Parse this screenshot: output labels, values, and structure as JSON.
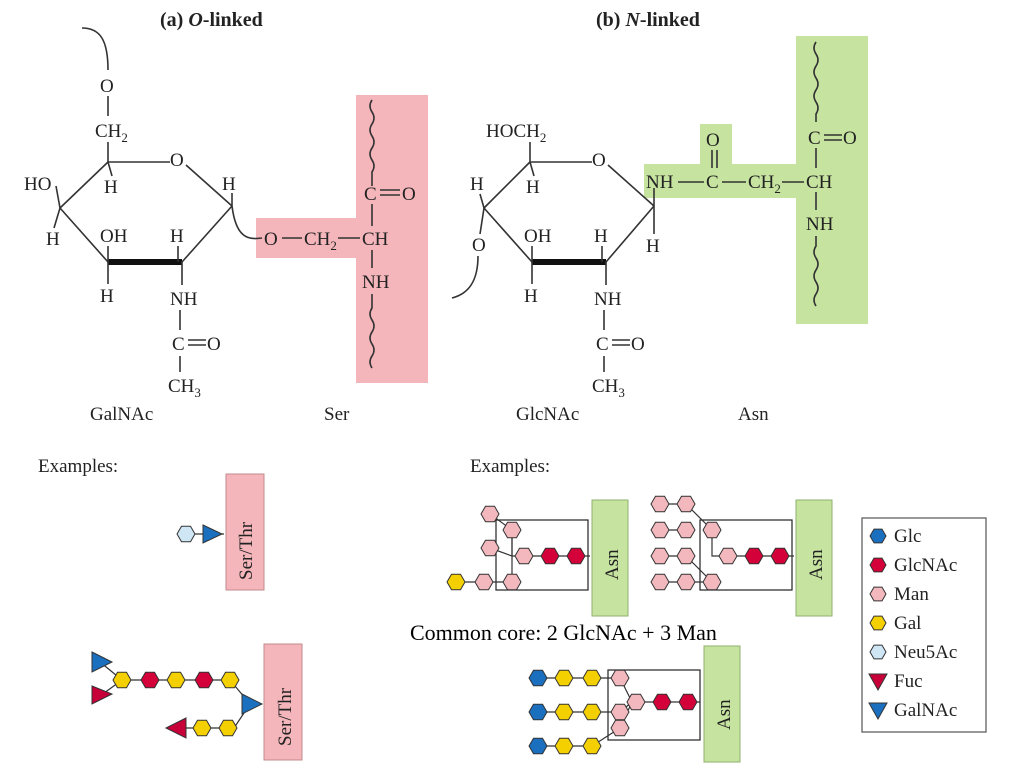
{
  "panels": {
    "o_linked": {
      "title_prefix": "(a) ",
      "title_italic": "O",
      "title_suffix": "-linked",
      "sugar_label": "GalNAc",
      "amino_label": "Ser",
      "examples_label": "Examples:",
      "residue_label": "Ser/Thr"
    },
    "n_linked": {
      "title_prefix": "(b) ",
      "title_italic": "N",
      "title_suffix": "-linked",
      "sugar_label": "GlcNAc",
      "amino_label": "Asn",
      "examples_label": "Examples:",
      "residue_label": "Asn"
    }
  },
  "common_core_label": "Common core: 2 GlcNAc + 3 Man",
  "atoms": {
    "O": "O",
    "CH2": "CH",
    "sub2": "2",
    "sub3": "3",
    "HO": "HO",
    "H": "H",
    "OH": "OH",
    "NH": "NH",
    "C": "C",
    "CH": "CH",
    "CH3": "CH",
    "HOCH2": "HOCH",
    "eqO": "O"
  },
  "legend": [
    {
      "name": "Glc",
      "shape": "hexagon",
      "color": "#1a6fbf"
    },
    {
      "name": "GlcNAc",
      "shape": "hexagon",
      "color": "#d4003a"
    },
    {
      "name": "Man",
      "shape": "hexagon",
      "color": "#f2b8bd"
    },
    {
      "name": "Gal",
      "shape": "hexagon",
      "color": "#f5d000"
    },
    {
      "name": "Neu5Ac",
      "shape": "hexagon",
      "color": "#cfe6f5"
    },
    {
      "name": "Fuc",
      "shape": "triangle-down",
      "color": "#c8003a"
    },
    {
      "name": "GalNAc",
      "shape": "triangle-down",
      "color": "#1a6fbf"
    }
  ],
  "colors": {
    "o_highlight": "#f4b6bb",
    "n_highlight": "#c6e3a0"
  }
}
